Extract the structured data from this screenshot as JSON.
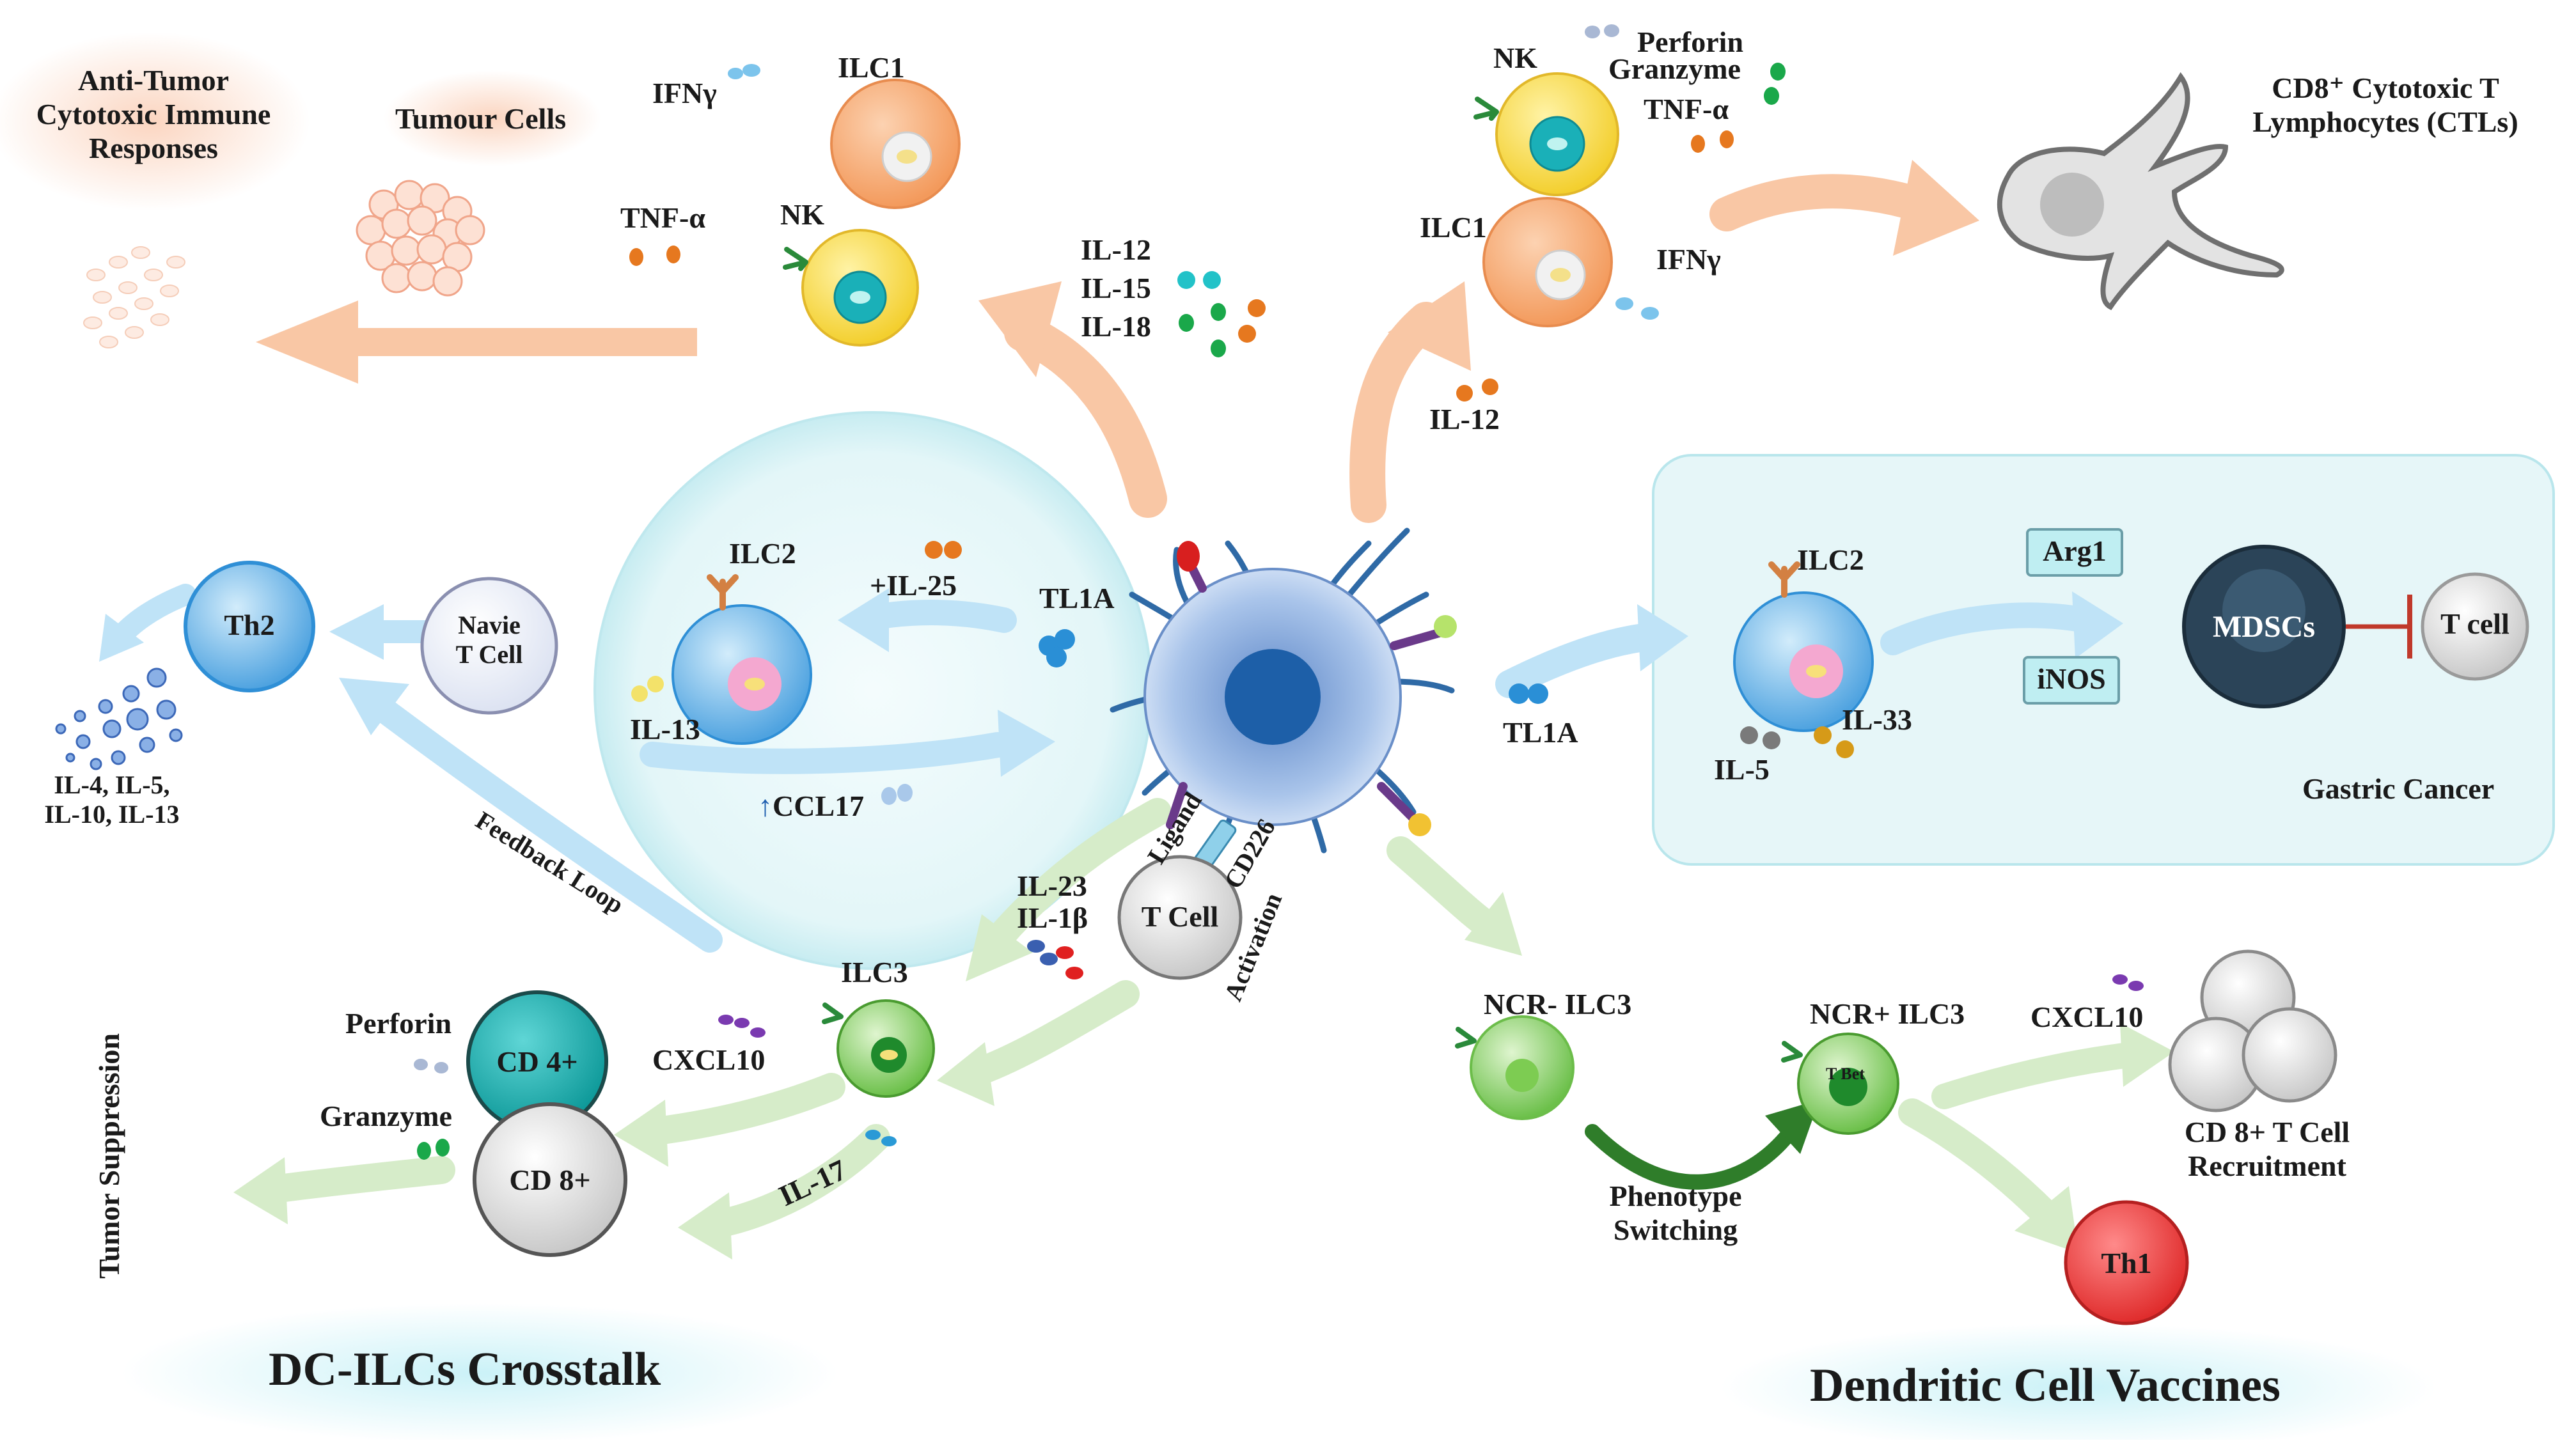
{
  "colors": {
    "arrow_peach": "#f9c7a5",
    "arrow_blue": "#bfe3f7",
    "arrow_green": "#d6ecc9",
    "arrow_dark_green": "#2f7d2a",
    "ilc1_orange": "#f7a36b",
    "nk_yellow": "#f7d94a",
    "ilc2_blue": "#6fb6ea",
    "th2_blue": "#7ec8f2",
    "ilc3_green": "#8fd36b",
    "cd4_teal": "#1aa6a6",
    "mdsc_dark": "#2b4458",
    "th1_red": "#e53b3b",
    "gastric_box": "#e5f6f8",
    "inhibit_red": "#c0392b"
  },
  "labels": {
    "anti_tumor": [
      "Anti-Tumor",
      "Cytotoxic Immune",
      "Responses"
    ],
    "tumour_cells": "Tumour Cells",
    "ifng_top_left": "IFNγ",
    "ilc1_top_left": "ILC1",
    "tnfa_left": "TNF-α",
    "nk_left": "NK",
    "il12": "IL-12",
    "il15": "IL-15",
    "il18": "IL-18",
    "nk_right": "NK",
    "perforin_top": "Perforin",
    "granzyme_top": "Granzyme",
    "tnfa_right": "TNF-α",
    "ctl": [
      "CD8⁺ Cytotoxic T",
      "Lymphocytes (CTLs)"
    ],
    "ilc1_right": "ILC1",
    "ifng_right": "IFNγ",
    "il12_right": "IL-12",
    "th2": "Th2",
    "naive_t": [
      "Navie",
      "T Cell"
    ],
    "ilc2_left": "ILC2",
    "il25": "+IL-25",
    "tl1a_left": "TL1A",
    "il13": "IL-13",
    "ccl17": "CCL17",
    "ccl17_arrow": "↑",
    "th2_cytokines": [
      "IL-4, IL-5,",
      "IL-10, IL-13"
    ],
    "feedback_loop": "Feedback Loop",
    "ilc2_right": "ILC2",
    "arg1": "Arg1",
    "inos": "iNOS",
    "mdscs": "MDSCs",
    "t_cell_box": "T cell",
    "tl1a_right": "TL1A",
    "il33": "IL-33",
    "il5": "IL-5",
    "gastric_cancer": "Gastric Cancer",
    "ligand": "Ligand",
    "cd226": "CD226",
    "t_cell_center": "T Cell",
    "activation": "Activation",
    "il23": "IL-23",
    "il1b": "IL-1β",
    "ilc3": "ILC3",
    "perforin_bottom": "Perforin",
    "cd4": "CD 4+",
    "cxcl10_left": "CXCL10",
    "granzyme_bottom": "Granzyme",
    "cd8": "CD 8+",
    "il17": "IL-17",
    "tumor_suppression": "Tumor Suppression",
    "ncr_minus": "NCR- ILC3",
    "ncr_plus": "NCR+ ILC3",
    "tbet": "T Bet",
    "cxcl10_right": "CXCL10",
    "cd8_recruit": [
      "CD 8+ T Cell",
      "Recruitment"
    ],
    "phenotype": [
      "Phenotype",
      "Switching"
    ],
    "th1": "Th1",
    "dc_ilcs": "DC-ILCs Crosstalk",
    "dc_vaccines": "Dendritic Cell Vaccines"
  }
}
